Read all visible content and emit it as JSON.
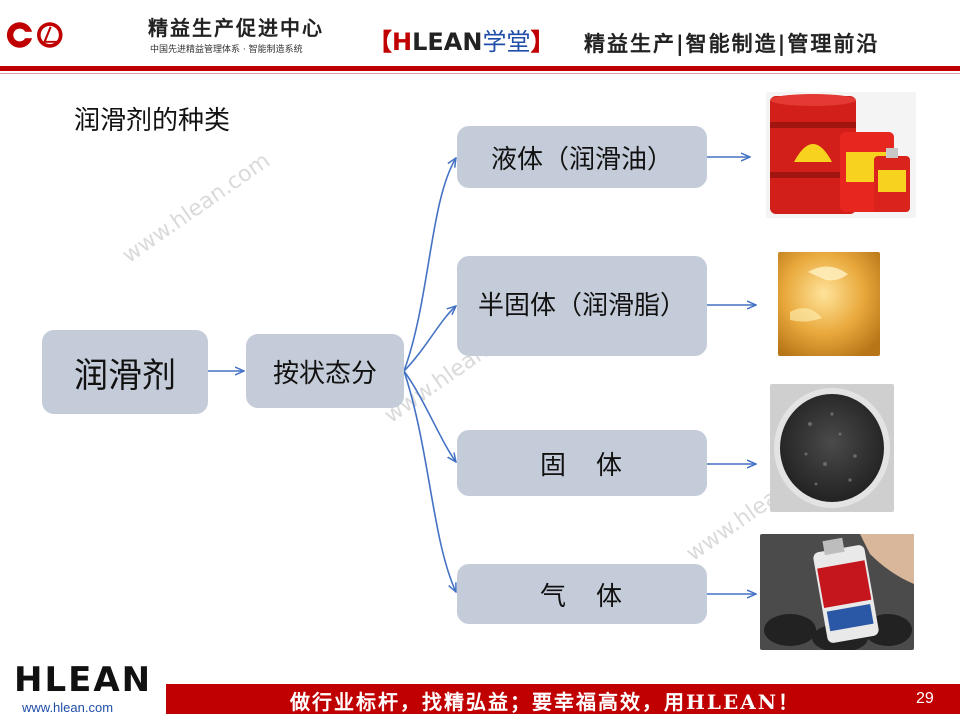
{
  "header": {
    "logo_main": "精益生产促进中心",
    "logo_sub": "中国先进精益管理体系 · 智能制造系统",
    "brand_bracket_open": "【",
    "brand_h": "H",
    "brand_lean": "LEAN",
    "brand_cn": "学堂",
    "brand_bracket_close": "】",
    "slogan": "精益生产|智能制造|管理前沿"
  },
  "watermark": "www.hlean.com",
  "slide": {
    "title": "润滑剂的种类",
    "root": "润滑剂",
    "classifier": "按状态分",
    "categories": [
      {
        "label": "液体（润滑油）",
        "image": "oil-barrels-image"
      },
      {
        "label": "半固体（润滑脂）",
        "image": "grease-image"
      },
      {
        "label": "固　体",
        "image": "solid-powder-image"
      },
      {
        "label": "气　体",
        "image": "spray-can-image"
      }
    ]
  },
  "footer": {
    "logo": "HLEAN",
    "url": "www.hlean.com",
    "slogan": "做行业标杆，找精弘益；要幸福高效，用HLEAN！",
    "page_number": "29"
  },
  "colors": {
    "accent_red": "#c00000",
    "box_fill": "#c5ccd9",
    "arrow_blue": "#4472c4"
  }
}
